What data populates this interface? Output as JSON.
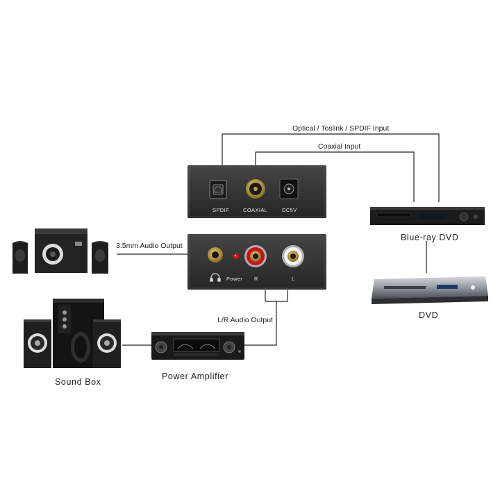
{
  "labels": {
    "optical_input": "Optical / Toslink / SPDIF Input",
    "coaxial_input": "Coaxial Input",
    "audio_35_output": "3.5mm Audio Output",
    "lr_audio_output": "L/R Audio Output",
    "bluray_dvd": "Blue-ray DVD",
    "dvd": "DVD",
    "sound_box": "Sound Box",
    "power_amplifier": "Power Amplifier"
  },
  "converter_top": {
    "spdif": "SPDIF",
    "coaxial": "COAXIAL",
    "dc5v": "DC5V"
  },
  "converter_bottom": {
    "power": "Power",
    "r": "R",
    "l": "L"
  },
  "colors": {
    "device_body": "#2e2e2e",
    "device_panel": "#3a3a3a",
    "rca_red": "#c8141e",
    "rca_white": "#f2f2f2",
    "gold": "#c9a23a",
    "wire": "#222222",
    "power_led": "#e01010"
  }
}
